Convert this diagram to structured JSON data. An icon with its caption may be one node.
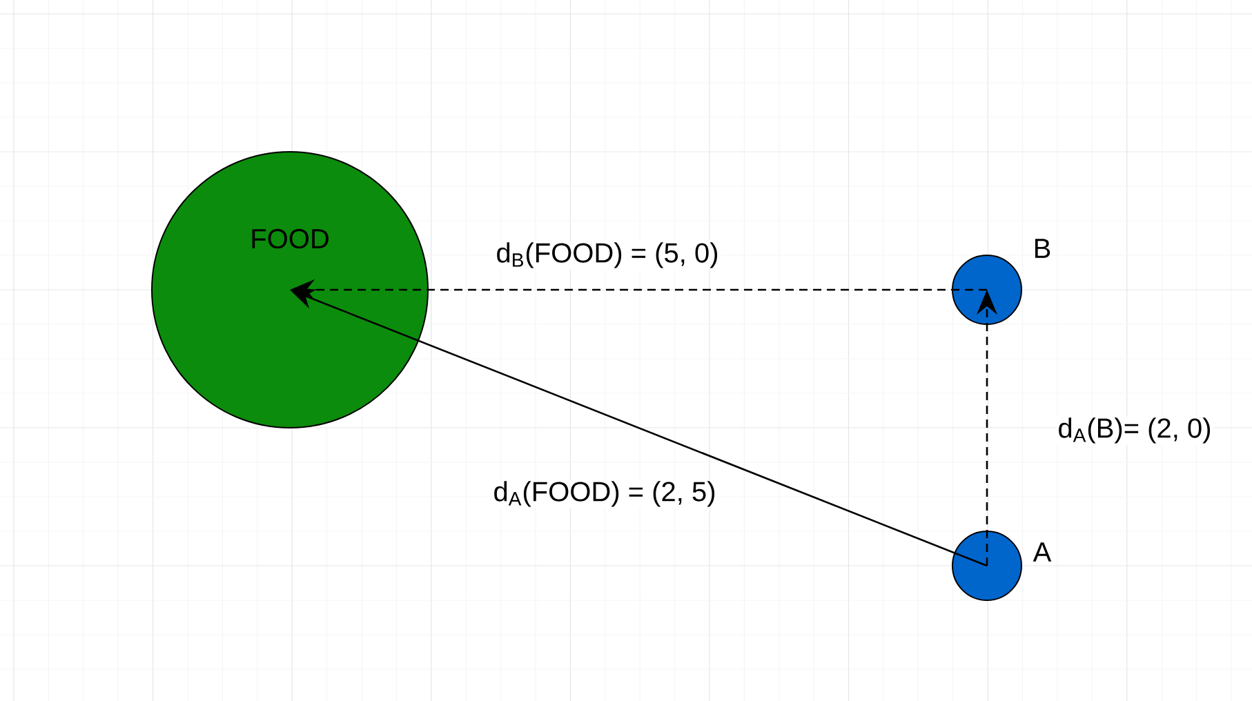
{
  "diagram": {
    "nodes": [
      {
        "text": [
          "FOOD"
        ]
      },
      {
        "text": [],
        "shape": "circle",
        "beside": [
          "B"
        ]
      },
      {
        "text": [],
        "shape": "circle",
        "beside": [
          "A"
        ]
      }
    ],
    "edges": [
      {
        "from": 2,
        "to": 0,
        "arrow": "to",
        "label": "d$_{A}$(FOOD) = (2, 5)"
      },
      {
        "from": 1,
        "to": 0,
        "arrow": "to",
        "style": "dashed",
        "label": "d$_{B}$(FOOD) = (5, 0)"
      },
      {
        "from": 2,
        "to": 1,
        "arrow": "to",
        "style": "dashed",
        "label": "d$_{A}$(B)= (2, 0)"
      }
    ]
  }
}
